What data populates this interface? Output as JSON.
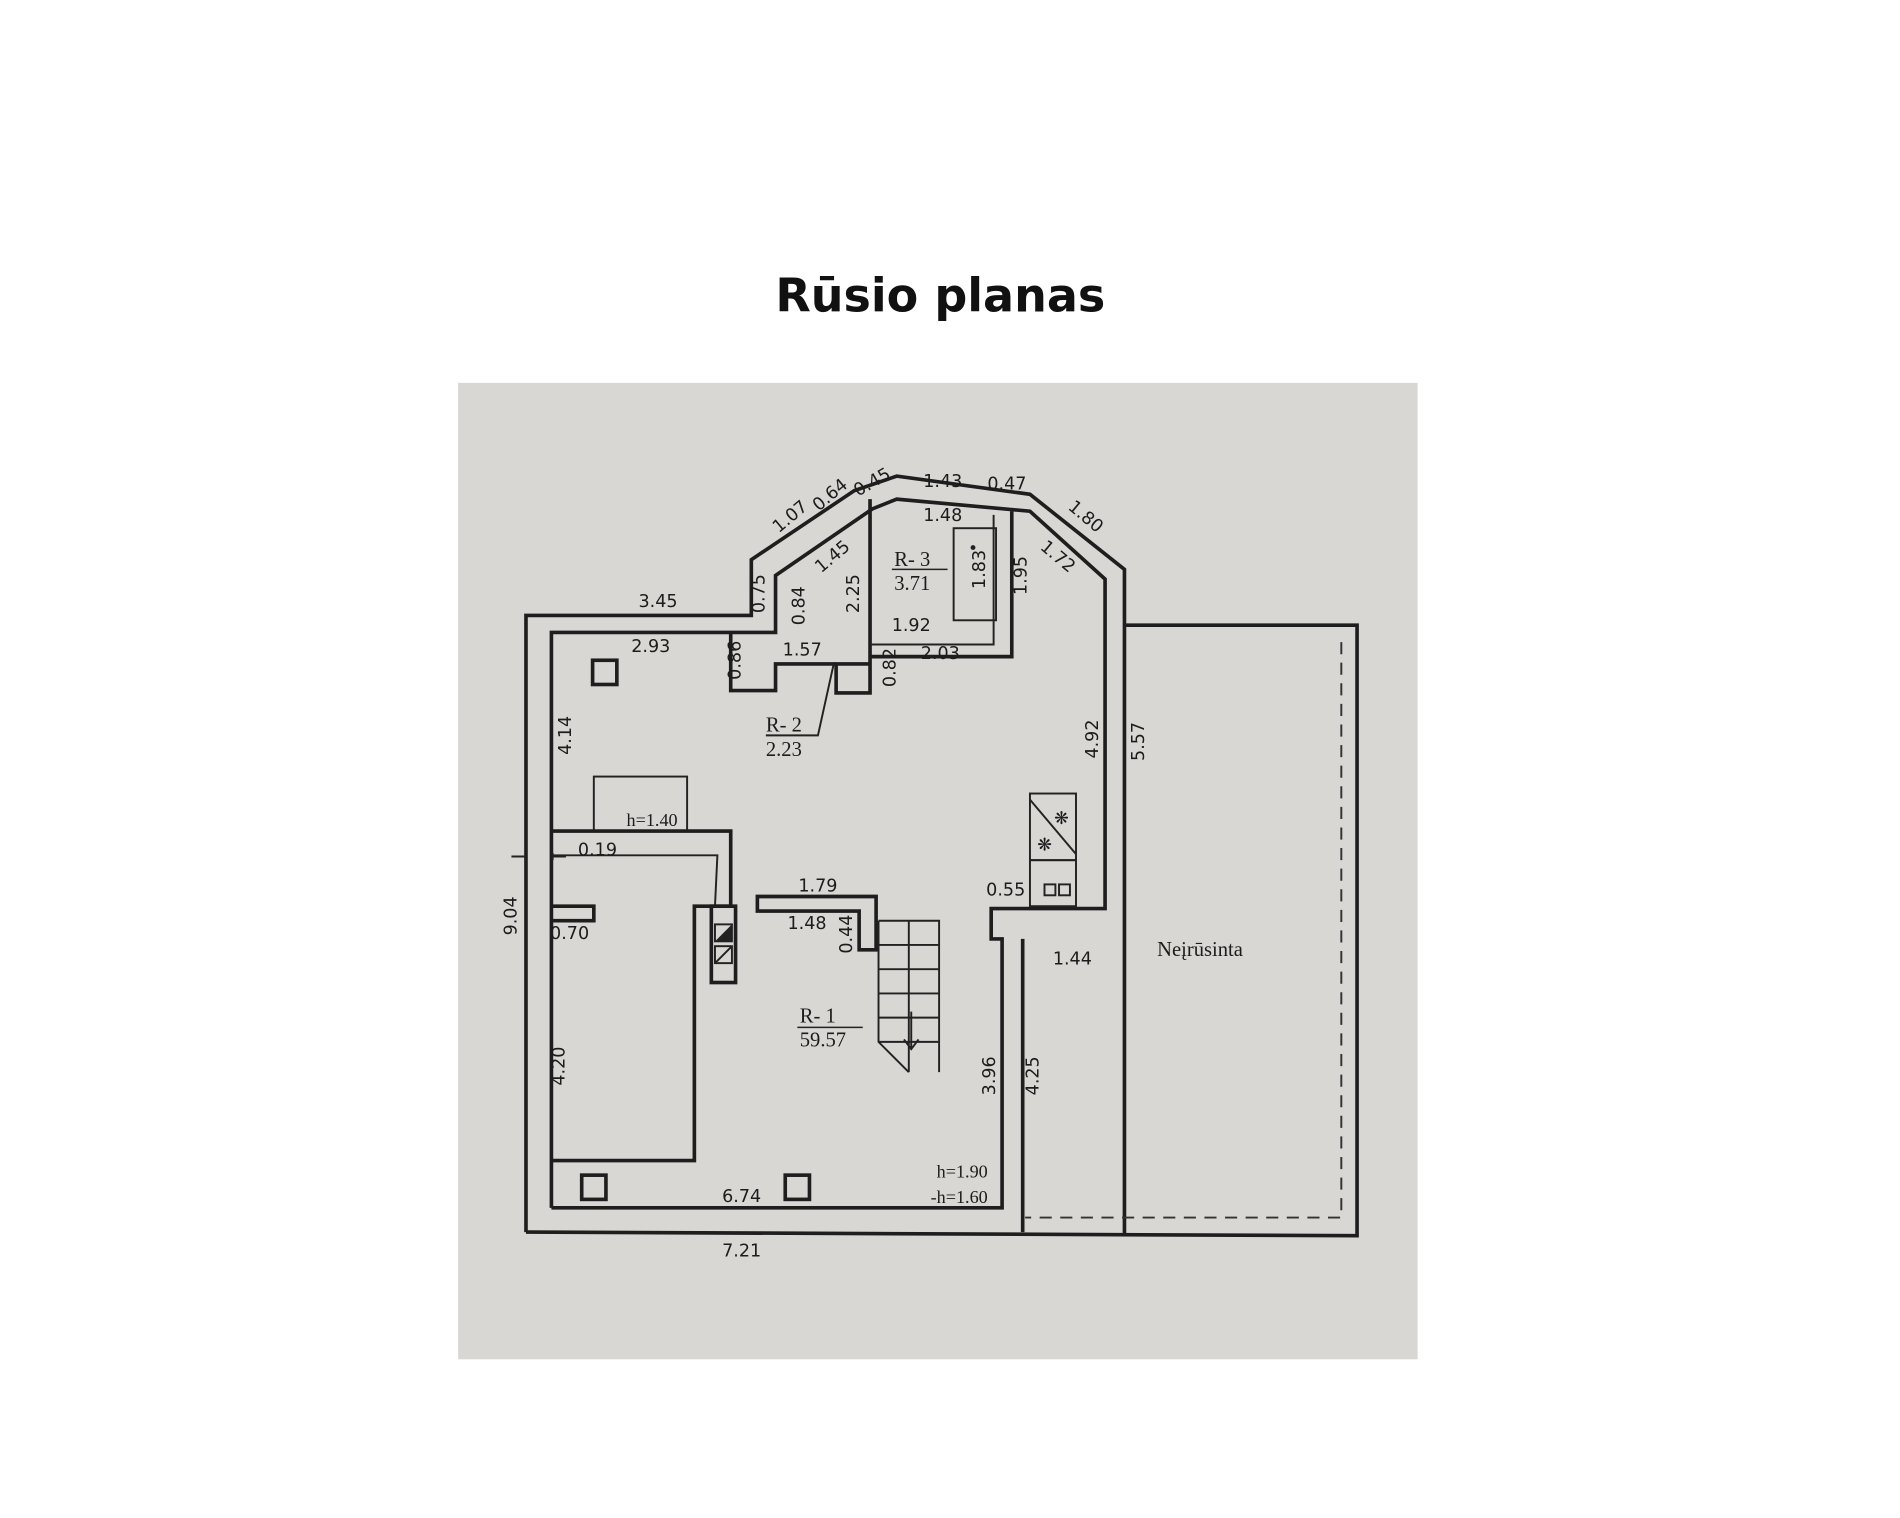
{
  "title": "Rūsio planas",
  "rooms": [
    {
      "id": "R- 1",
      "area": "59.57"
    },
    {
      "id": "R- 2",
      "area": "2.23"
    },
    {
      "id": "R- 3",
      "area": "3.71"
    }
  ],
  "unfinished_label": "Neįrūsinta",
  "heights": [
    "h=1.40",
    "h=1.90",
    "-h=1.60"
  ],
  "dimensions": [
    "1.07",
    "0.64",
    "0.45",
    "1.43",
    "0.47",
    "1.80",
    "1.48",
    "1.45",
    "1.72",
    "0.75",
    "0.84",
    "2.25",
    "1.83",
    "1.95",
    "3.45",
    "2.93",
    "1.92",
    "1.57",
    "0.86",
    "0.82",
    "2.03",
    "4.14",
    "4.92",
    "5.57",
    "0.19",
    "9.04",
    "1.79",
    "0.55",
    "0.70",
    "1.48",
    "0.44",
    "1.44",
    "4.20",
    "3.96",
    "4.25",
    "6.74",
    "7.21"
  ],
  "colors": {
    "paper": "#d8d7d4",
    "ink": "#1e1e1e"
  }
}
